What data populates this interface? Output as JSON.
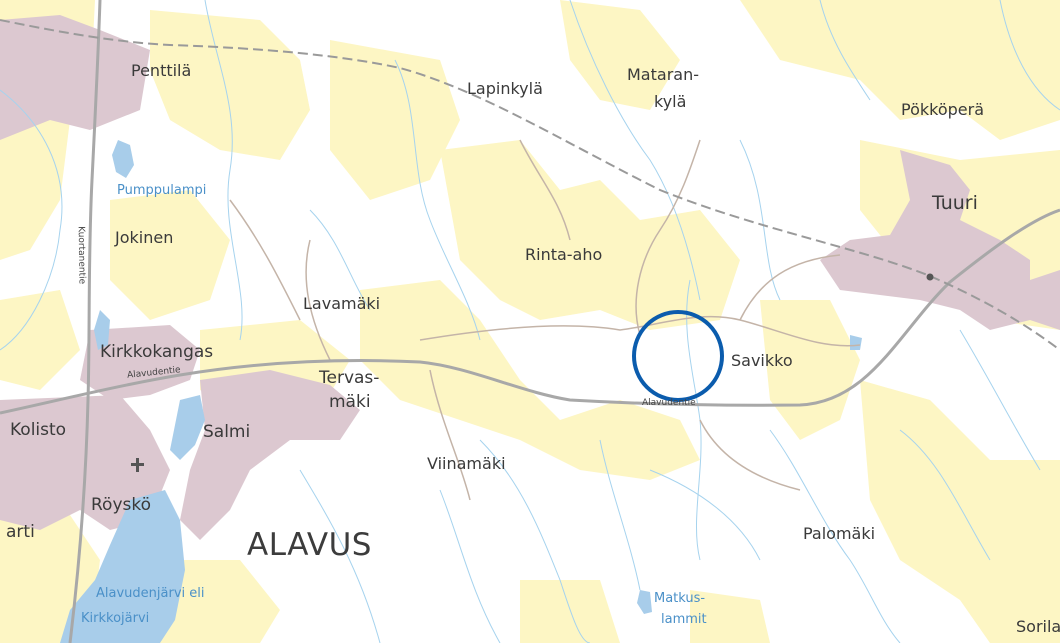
{
  "map": {
    "colors": {
      "background": "#ffffff",
      "field": "#fdf6c4",
      "urban": "#dcc8d0",
      "water": "#a8cdea",
      "stream": "#a6d3ee",
      "road_major": "#a8a8a8",
      "road_minor": "#c4b4a8",
      "railway": "#9a9a9a",
      "marker": "#0b5cad"
    },
    "places": {
      "penttila": "Penttilä",
      "lapinkyla": "Lapinkylä",
      "mataran_1": "Mataran-",
      "mataran_2": "kylä",
      "pokkopera": "Pökköperä",
      "tuuri": "Tuuri",
      "jokinen": "Jokinen",
      "rinta_aho": "Rinta-aho",
      "lavamaki": "Lavamäki",
      "kirkkokangas": "Kirkkokangas",
      "savikko": "Savikko",
      "tervas_1": "Tervas-",
      "tervas_2": "mäki",
      "kolisto": "Kolisto",
      "salmi": "Salmi",
      "viinamaki": "Viinamäki",
      "roysko": "Röyskö",
      "arti": "arti",
      "alavus": "ALAVUS",
      "palomaki": "Palomäki",
      "sorila": "Sorila"
    },
    "water_labels": {
      "pumppulampi": "Pumppulampi",
      "alavudenjarvi_1": "Alavudenjärvi eli",
      "alavudenjarvi_2": "Kirkkojärvi",
      "matkus_1": "Matkus-",
      "matkus_2": "lammit"
    },
    "road_labels": {
      "kuortanentie": "Kuortanentie",
      "alavudentie_west": "Alavudentie",
      "alavudentie_east": "Alavudentie"
    },
    "icons": {
      "church": "church-icon",
      "station": "railway-station-icon",
      "marker": "location-circle-marker"
    }
  }
}
